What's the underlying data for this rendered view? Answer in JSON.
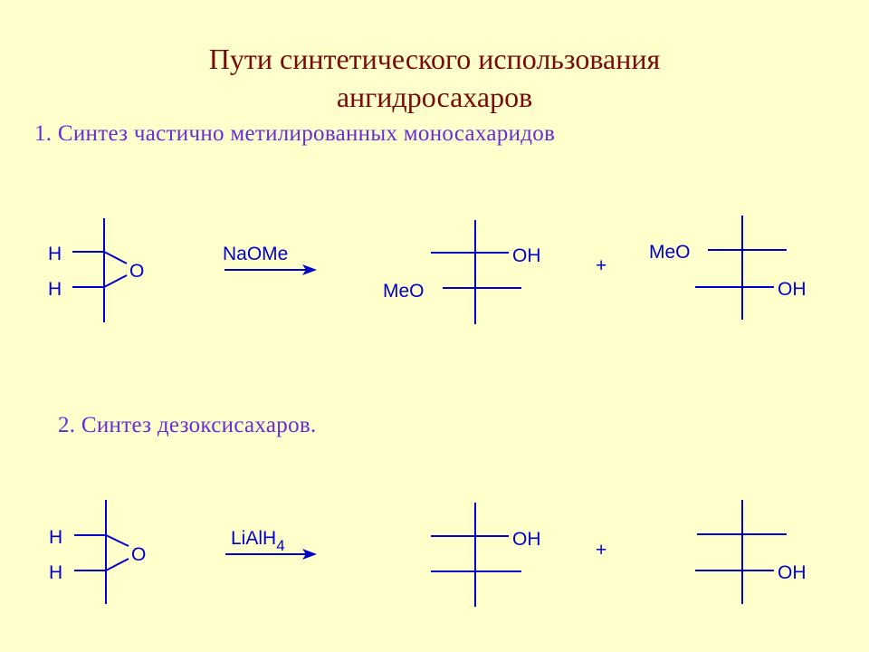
{
  "title": {
    "line1": "Пути синтетического использования",
    "line2": "ангидросахаров"
  },
  "section1": {
    "heading": "1. Синтез частично метилированных моносахаридов",
    "reagent": "NaOMe",
    "epoxide_labels": {
      "h_top": "H",
      "h_bottom": "H",
      "o": "O"
    },
    "product1": {
      "right_top": "OH",
      "left_bottom": "MeO"
    },
    "plus": "+",
    "product2": {
      "left_top": "MeO",
      "right_bottom": "OH"
    }
  },
  "section2": {
    "heading": "2. Синтез дезоксисахаров.",
    "reagent_main": "LiAlH",
    "reagent_sub": "4",
    "epoxide_labels": {
      "h_top": "H",
      "h_bottom": "H",
      "o": "O"
    },
    "product1": {
      "right_top": "OH"
    },
    "plus": "+",
    "product2": {
      "right_bottom": "OH"
    }
  },
  "colors": {
    "background": "#FFFFCC",
    "title": "#7A0A0A",
    "heading": "#6A2BD9",
    "structure": "#0000CC"
  }
}
